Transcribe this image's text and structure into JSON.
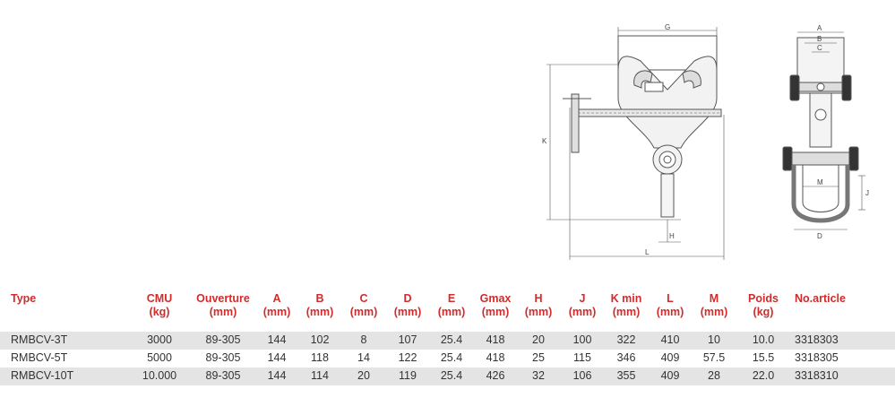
{
  "drawing": {
    "dim_labels": {
      "G": "G",
      "K": "K",
      "L": "L",
      "H": "H",
      "A": "A",
      "B": "B",
      "C": "C",
      "J": "J",
      "M": "M",
      "D": "D"
    }
  },
  "table": {
    "headers": [
      {
        "name": "Type",
        "unit": ""
      },
      {
        "name": "CMU",
        "unit": "(kg)"
      },
      {
        "name": "Ouverture",
        "unit": "(mm)"
      },
      {
        "name": "A",
        "unit": "(mm)"
      },
      {
        "name": "B",
        "unit": "(mm)"
      },
      {
        "name": "C",
        "unit": "(mm)"
      },
      {
        "name": "D",
        "unit": "(mm)"
      },
      {
        "name": "E",
        "unit": "(mm)"
      },
      {
        "name": "Gmax",
        "unit": "(mm)"
      },
      {
        "name": "H",
        "unit": "(mm)"
      },
      {
        "name": "J",
        "unit": "(mm)"
      },
      {
        "name": "K min",
        "unit": "(mm)"
      },
      {
        "name": "L",
        "unit": "(mm)"
      },
      {
        "name": "M",
        "unit": "(mm)"
      },
      {
        "name": "Poids",
        "unit": "(kg)"
      },
      {
        "name": "No.article",
        "unit": ""
      }
    ],
    "rows": [
      [
        "RMBCV-3T",
        "3000",
        "89-305",
        "144",
        "102",
        "8",
        "107",
        "25.4",
        "418",
        "20",
        "100",
        "322",
        "410",
        "10",
        "10.0",
        "3318303"
      ],
      [
        "RMBCV-5T",
        "5000",
        "89-305",
        "144",
        "118",
        "14",
        "122",
        "25.4",
        "418",
        "25",
        "115",
        "346",
        "409",
        "57.5",
        "15.5",
        "3318305"
      ],
      [
        "RMBCV-10T",
        "10.000",
        "89-305",
        "144",
        "114",
        "20",
        "119",
        "25.4",
        "426",
        "32",
        "106",
        "355",
        "409",
        "28",
        "22.0",
        "3318310"
      ]
    ],
    "colors": {
      "header": "#d22b2b",
      "shade": "#e4e4e4"
    }
  }
}
